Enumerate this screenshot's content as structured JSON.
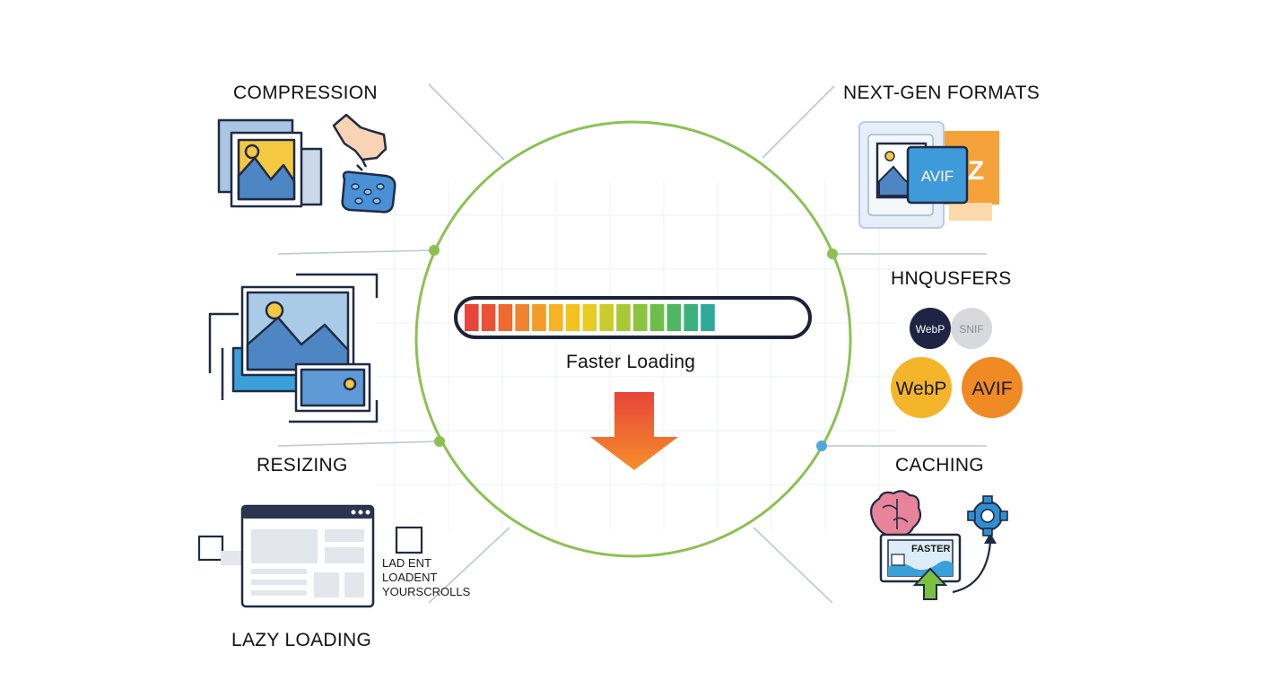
{
  "sections": {
    "compression": "COMPRESSION",
    "next_gen_formats": "NEXT-GEN FORMATS",
    "hnqusfers": "HNQUSFERS",
    "resizing": "RESIZING",
    "caching": "CACHING",
    "lazy_loading": "LAZY LOADING"
  },
  "center": {
    "caption": "Faster Loading",
    "progress": 0.75
  },
  "next_gen": {
    "badge": "AVIF",
    "back_letter": "Z"
  },
  "format_badges": {
    "small_1": "WebP",
    "small_2": "SNIF",
    "large_1": "WebP",
    "large_2": "AVIF"
  },
  "lazy_note": [
    "LAD ENT",
    "LOADENT",
    "YOURSCROLLS"
  ],
  "caching_panel": "FASTER",
  "colors": {
    "ring": "#8cc152",
    "connector": "#b7c9d6",
    "badge_navy": "#1f2444",
    "badge_yellow": "#f5b52a",
    "badge_orange": "#f08a24",
    "arrow_top": "#e8443a",
    "arrow_bottom": "#f58f2a"
  },
  "icons": [
    "image-stack-icon",
    "hand-icon",
    "sponge-icon",
    "resize-images-icon",
    "browser-window-icon",
    "brain-icon",
    "gear-icon",
    "monitor-icon",
    "up-arrow-icon",
    "down-arrow-icon"
  ]
}
